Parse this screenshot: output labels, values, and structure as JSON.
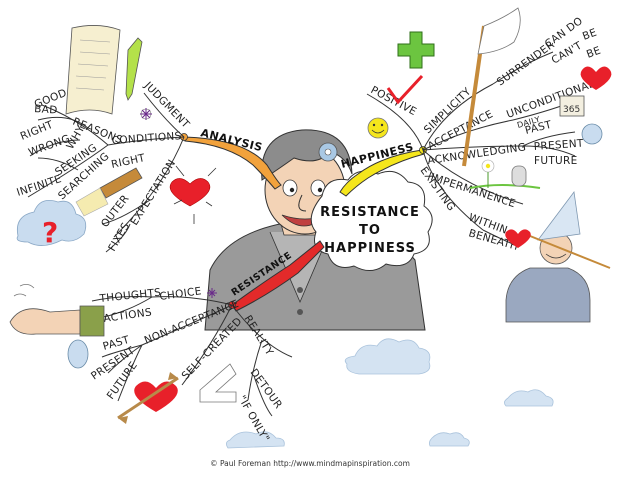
{
  "centre": {
    "line1": "RESISTANCE",
    "line2": "TO",
    "line3": "HAPPINESS"
  },
  "branches": {
    "analysis": "ANALYSIS",
    "happiness": "HAPPINESS",
    "resistance": "RESISTANCE"
  },
  "analysis_nodes": {
    "judgment": "JUDGMENT",
    "good": "GOOD",
    "bad": "BAD",
    "right": "RIGHT",
    "wrong": "WRONG",
    "reasons": "REASONS",
    "why": "WHY",
    "conditions": "CONDITIONS",
    "seeking": "SEEKING",
    "right2": "RIGHT",
    "infinite": "INFINITE",
    "searching": "SEARCHING",
    "expectation": "EXPECTATION",
    "outer": "OUTER",
    "fixes": "FIXES"
  },
  "happiness_nodes": {
    "positive": "POSITIVE",
    "simplicity": "SIMPLICITY",
    "surrender": "SURRENDER",
    "can_do": "CAN DO",
    "cant": "CAN'T",
    "be1": "BE",
    "be2": "BE",
    "acceptance": "ACCEPTANCE",
    "unconditional": "UNCONDITIONAL",
    "daily": "DAILY",
    "calendar": "365",
    "acknowledging": "ACKNOWLEDGING",
    "past": "PAST",
    "present": "PRESENT",
    "future": "FUTURE",
    "impermanence": "IMPERMANENCE",
    "existing": "EXISTING",
    "within": "WITHIN",
    "beneath": "BENEATH"
  },
  "resistance_nodes": {
    "thoughts": "THOUGHTS",
    "actions": "ACTIONS",
    "choice": "CHOICE",
    "past": "PAST",
    "present": "PRESENT",
    "future": "FUTURE",
    "non_acceptance": "NON-ACCEPTANCE",
    "self_created": "SELF-CREATED",
    "reality": "REALITY",
    "detour": "DETOUR",
    "if_only": "\"IF ONLY\""
  },
  "credit": "© Paul Foreman http://www.mindmapinspiration.com",
  "colors": {
    "analysis": "#f2a23c",
    "happiness": "#f5e61c",
    "resistance": "#e32a2a",
    "green": "#6cc540",
    "heart": "#e8202a",
    "sky": "#c9dcef"
  }
}
